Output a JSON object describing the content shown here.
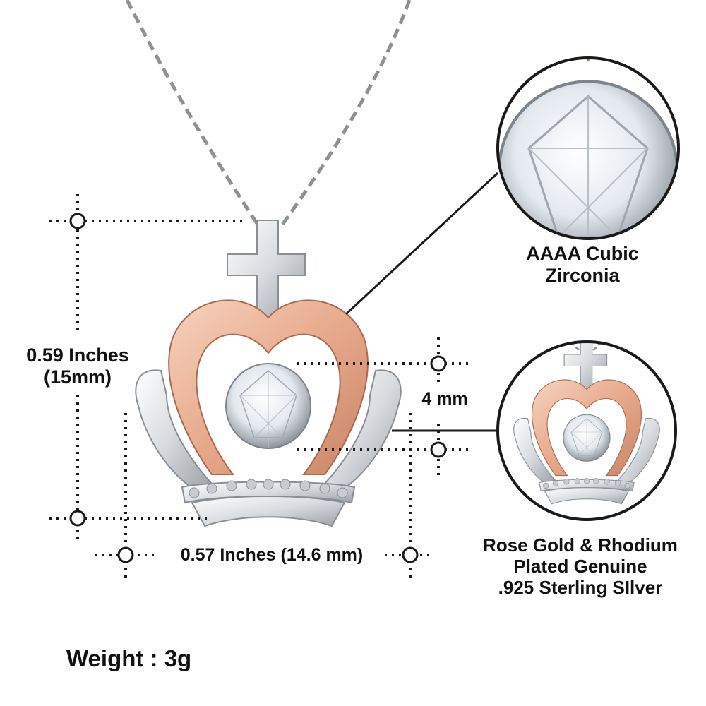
{
  "dimensions": {
    "height": [
      "0.59 Inches",
      "(15mm)"
    ],
    "width": "0.57 Inches (14.6 mm)",
    "stone": "4 mm"
  },
  "features": {
    "stone": [
      "AAAA Cubic",
      "Zirconia"
    ],
    "metal": [
      "Rose Gold & Rhodium",
      "Plated Genuine",
      ".925  Sterling SIlver"
    ]
  },
  "weight": "Weight : 3g",
  "colors": {
    "rose_gold": "#e7a98c",
    "silver": "#d9dce0",
    "stone": "#eef3f8",
    "line": "#1a1a1a"
  }
}
